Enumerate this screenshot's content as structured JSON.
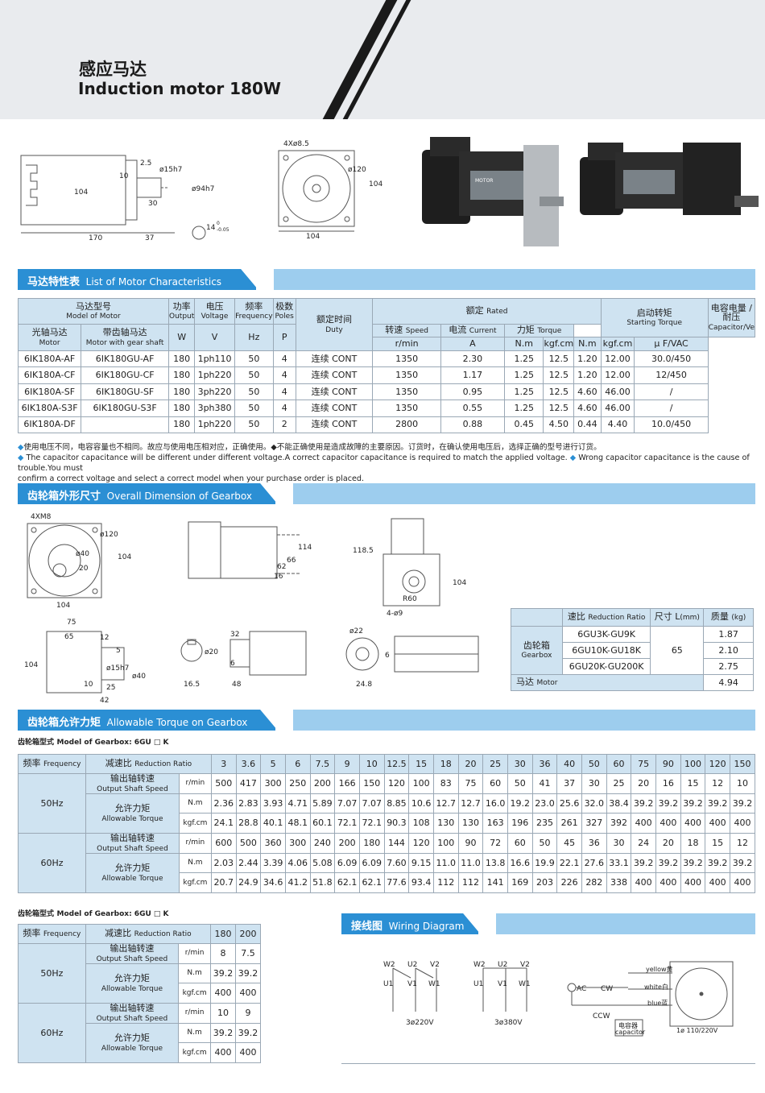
{
  "header": {
    "title_cn": "感应马达",
    "title_en": "Induction motor 180W"
  },
  "drawing1": {
    "labels": [
      "2.5",
      "ø15h7",
      "10",
      "104",
      "30",
      "ø94h7",
      "170",
      "37",
      "14",
      "0",
      "-0.05"
    ]
  },
  "drawing2": {
    "labels": [
      "4Xø8.5",
      "ø120",
      "104",
      "104"
    ]
  },
  "photo_label": "MOTOR",
  "section1": {
    "cn": "马达特性表",
    "en": "List of Motor Characteristics"
  },
  "motor_table": {
    "h_model_cn": "马达型号",
    "h_model_en": "Model of Motor",
    "h_power_cn": "功率",
    "h_power_en": "Output",
    "h_voltage_cn": "电压",
    "h_voltage_en": "Voltage",
    "h_freq_cn": "频率",
    "h_freq_en": "Frequency",
    "h_poles_cn": "极数",
    "h_poles_en": "Poles",
    "h_duty_cn": "额定时间",
    "h_duty_en": "Duty",
    "h_rated_cn": "额定",
    "h_rated_en": "Rated",
    "h_start_cn": "启动转矩",
    "h_start_en": "Starting Torque",
    "h_cap_cn": "电容电量 / 耐压",
    "h_cap_en": "Capacitor/Ve",
    "h_motor_cn": "光轴马达",
    "h_motor_en": "Motor",
    "h_gear_cn": "带齿轴马达",
    "h_gear_en": "Motor with gear shaft",
    "h_speed_cn": "转速",
    "h_speed_en": "Speed",
    "h_current_cn": "电流",
    "h_current_en": "Current",
    "h_torque_cn": "力矩",
    "h_torque_en": "Torque",
    "u_w": "W",
    "u_v": "V",
    "u_hz": "Hz",
    "u_p": "P",
    "u_rmin": "r/min",
    "u_a": "A",
    "u_nm": "N.m",
    "u_kgf": "kgf.cm",
    "u_nm2": "N.m",
    "u_kgf2": "kgf.cm",
    "u_cap": "μ F/VAC",
    "rows": [
      {
        "motor": "6IK180A-AF",
        "gear": "6IK180GU-AF",
        "w": "180",
        "v": "1ph110",
        "hz": "50",
        "p": "4",
        "duty": "连续 CONT",
        "speed": "1350",
        "a": "2.30",
        "nm": "1.25",
        "kgf": "12.5",
        "snm": "1.20",
        "skgf": "12.00",
        "cap": "30.0/450"
      },
      {
        "motor": "6IK180A-CF",
        "gear": "6IK180GU-CF",
        "w": "180",
        "v": "1ph220",
        "hz": "50",
        "p": "4",
        "duty": "连续 CONT",
        "speed": "1350",
        "a": "1.17",
        "nm": "1.25",
        "kgf": "12.5",
        "snm": "1.20",
        "skgf": "12.00",
        "cap": "12/450"
      },
      {
        "motor": "6IK180A-SF",
        "gear": "6IK180GU-SF",
        "w": "180",
        "v": "3ph220",
        "hz": "50",
        "p": "4",
        "duty": "连续 CONT",
        "speed": "1350",
        "a": "0.95",
        "nm": "1.25",
        "kgf": "12.5",
        "snm": "4.60",
        "skgf": "46.00",
        "cap": "/"
      },
      {
        "motor": "6IK180A-S3F",
        "gear": "6IK180GU-S3F",
        "w": "180",
        "v": "3ph380",
        "hz": "50",
        "p": "4",
        "duty": "连续 CONT",
        "speed": "1350",
        "a": "0.55",
        "nm": "1.25",
        "kgf": "12.5",
        "snm": "4.60",
        "skgf": "46.00",
        "cap": "/"
      },
      {
        "motor": "6IK180A-DF",
        "gear": "",
        "w": "180",
        "v": "1ph220",
        "hz": "50",
        "p": "2",
        "duty": "连续 CONT",
        "speed": "2800",
        "a": "0.88",
        "nm": "0.45",
        "kgf": "4.50",
        "snm": "0.44",
        "skgf": "4.40",
        "cap": "10.0/450"
      }
    ]
  },
  "notes": {
    "cn": "使用电压不同，电容容量也不相同。故应与使用电压相对应，正确使用。◆不能正确使用是造成故障的主要原因。订货时，在确认使用电压后，选择正确的型号进行订货。",
    "en1": "The capacitor capacitance will be different under different voltage.A correct capacitor capacitance is required to match the applied voltage.",
    "en2": "Wrong capacitor capacitance is the cause of trouble.You must",
    "en3": "confirm a correct voltage and select a correct model when your purchase order is placed."
  },
  "section2": {
    "cn": "齿轮箱外形尺寸",
    "en": "Overall Dimension of Gearbox"
  },
  "gearbox_drawings": {
    "a": [
      "4XM8",
      "ø120",
      "ø40",
      "20",
      "104",
      "104"
    ],
    "b": [
      "114",
      "66",
      "62",
      "16"
    ],
    "c": [
      "118.5",
      "104",
      "R60",
      "4-ø9"
    ],
    "d": [
      "75",
      "65",
      "12",
      "5",
      "104",
      "ø15h7",
      "ø40",
      "10",
      "25",
      "42"
    ],
    "e": [
      "ø20",
      "16.5"
    ],
    "f": [
      "32",
      "6",
      "48"
    ],
    "g": [
      "ø22",
      "6",
      "24.8"
    ]
  },
  "gear_table": {
    "h_ratio_cn": "速比",
    "h_ratio_en": "Reduction Ratio",
    "h_len_cn": "尺寸 L",
    "h_len_en": "(mm)",
    "h_mass_cn": "质量",
    "h_mass_en": "(kg)",
    "gb_cn": "齿轮箱",
    "gb_en": "Gearbox",
    "rows": [
      {
        "ratio": "6GU3K-GU9K",
        "mass": "1.87"
      },
      {
        "ratio": "6GU10K-GU18K",
        "mass": "2.10"
      },
      {
        "ratio": "6GU20K-GU200K",
        "mass": "2.75"
      }
    ],
    "length": "65",
    "motor_cn": "马达",
    "motor_en": "Motor",
    "motor_mass": "4.94"
  },
  "section3": {
    "cn": "齿轮箱允许力矩",
    "en": "Allowable Torque on Gearbox"
  },
  "gbmodel1": {
    "cn": "齿轮箱型式",
    "en": "Model of Gearbox: 6GU □ K"
  },
  "torque_table": {
    "h_freq_cn": "频率",
    "h_freq_en": "Frequency",
    "h_ratio_cn": "减速比",
    "h_ratio_en": "Reduction Ratio",
    "ratios": [
      "3",
      "3.6",
      "5",
      "6",
      "7.5",
      "9",
      "10",
      "12.5",
      "15",
      "18",
      "20",
      "25",
      "30",
      "36",
      "40",
      "50",
      "60",
      "75",
      "90",
      "100",
      "120",
      "150"
    ],
    "speed_cn": "输出轴转速",
    "speed_en": "Output Shaft Speed",
    "torque_cn": "允许力矩",
    "torque_en": "Allowable Torque",
    "u_rmin": "r/min",
    "u_nm": "N.m",
    "u_kgf": "kgf.cm",
    "hz50": "50Hz",
    "hz60": "60Hz",
    "s50": [
      "500",
      "417",
      "300",
      "250",
      "200",
      "166",
      "150",
      "120",
      "100",
      "83",
      "75",
      "60",
      "50",
      "41",
      "37",
      "30",
      "25",
      "20",
      "16",
      "15",
      "12",
      "10"
    ],
    "n50": [
      "2.36",
      "2.83",
      "3.93",
      "4.71",
      "5.89",
      "7.07",
      "7.07",
      "8.85",
      "10.6",
      "12.7",
      "12.7",
      "16.0",
      "19.2",
      "23.0",
      "25.6",
      "32.0",
      "38.4",
      "39.2",
      "39.2",
      "39.2",
      "39.2",
      "39.2"
    ],
    "k50": [
      "24.1",
      "28.8",
      "40.1",
      "48.1",
      "60.1",
      "72.1",
      "72.1",
      "90.3",
      "108",
      "130",
      "130",
      "163",
      "196",
      "235",
      "261",
      "327",
      "392",
      "400",
      "400",
      "400",
      "400",
      "400"
    ],
    "s60": [
      "600",
      "500",
      "360",
      "300",
      "240",
      "200",
      "180",
      "144",
      "120",
      "100",
      "90",
      "72",
      "60",
      "50",
      "45",
      "36",
      "30",
      "24",
      "20",
      "18",
      "15",
      "12"
    ],
    "n60": [
      "2.03",
      "2.44",
      "3.39",
      "4.06",
      "5.08",
      "6.09",
      "6.09",
      "7.60",
      "9.15",
      "11.0",
      "11.0",
      "13.8",
      "16.6",
      "19.9",
      "22.1",
      "27.6",
      "33.1",
      "39.2",
      "39.2",
      "39.2",
      "39.2",
      "39.2"
    ],
    "k60": [
      "20.7",
      "24.9",
      "34.6",
      "41.2",
      "51.8",
      "62.1",
      "62.1",
      "77.6",
      "93.4",
      "112",
      "112",
      "141",
      "169",
      "203",
      "226",
      "282",
      "338",
      "400",
      "400",
      "400",
      "400",
      "400"
    ]
  },
  "gbmodel2": {
    "cn": "齿轮箱型式",
    "en": "Model of Gearbox: 6GU □ K"
  },
  "torque_table2": {
    "ratios": [
      "180",
      "200"
    ],
    "s50": [
      "8",
      "7.5"
    ],
    "n50": [
      "39.2",
      "39.2"
    ],
    "k50": [
      "400",
      "400"
    ],
    "s60": [
      "10",
      "9"
    ],
    "n60": [
      "39.2",
      "39.2"
    ],
    "k60": [
      "400",
      "400"
    ]
  },
  "section4": {
    "cn": "接线图",
    "en": "Wiring Diagram"
  },
  "wiring": {
    "d1": {
      "top": [
        "W2",
        "U2",
        "V2"
      ],
      "bottom": [
        "U1",
        "V1",
        "W1"
      ],
      "caption": "3ø220V"
    },
    "d2": {
      "top": [
        "W2",
        "U2",
        "V2"
      ],
      "bottom": [
        "U1",
        "V1",
        "W1"
      ],
      "caption": "3ø380V"
    },
    "ac": "AC",
    "cw": "CW",
    "ccw": "CCW",
    "yellow": "yellow黄",
    "white": "white白",
    "blue": "blue蓝",
    "cap_cn": "电容器",
    "cap_en": "capacitor",
    "caption": "1ø  110/220V"
  }
}
